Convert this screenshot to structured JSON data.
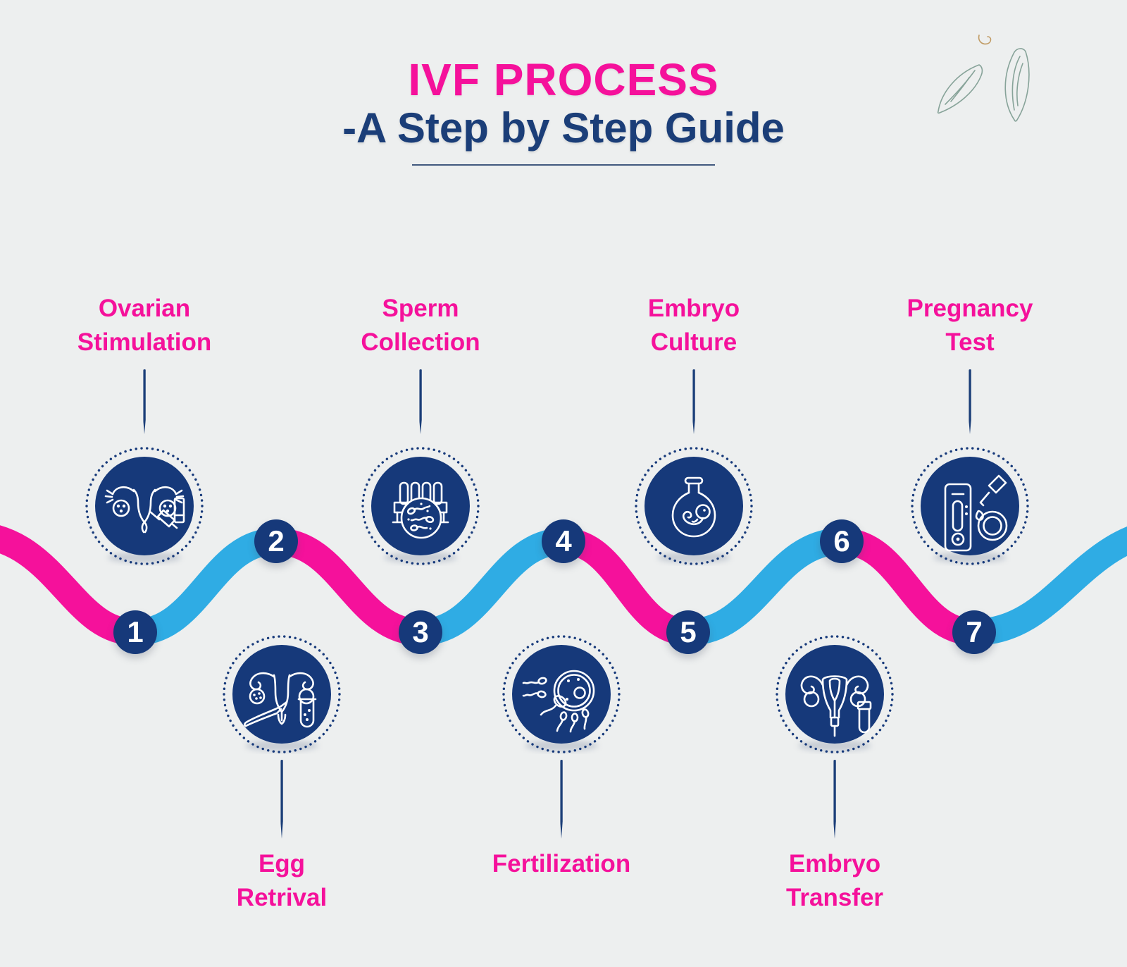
{
  "header": {
    "title": "IVF PROCESS",
    "subtitle": "-A Step by Step Guide"
  },
  "colors": {
    "pink": "#f5119b",
    "blue": "#2face4",
    "navy": "#16397a",
    "navy_text": "#1b3e78",
    "background": "#edefef",
    "leaf_stroke": "#87a399"
  },
  "decorations": {
    "leaves": "leaves-icon"
  },
  "steps": [
    {
      "num": "1",
      "label": "Ovarian\nStimulation",
      "icon": "ovarian-stimulation-icon",
      "row": "top"
    },
    {
      "num": "2",
      "label": "Egg\nRetrival",
      "icon": "egg-retrieval-icon",
      "row": "bottom"
    },
    {
      "num": "3",
      "label": "Sperm\nCollection",
      "icon": "sperm-collection-icon",
      "row": "top"
    },
    {
      "num": "4",
      "label": "Fertilization",
      "icon": "fertilization-icon",
      "row": "bottom"
    },
    {
      "num": "5",
      "label": "Embryo\nCulture",
      "icon": "embryo-culture-icon",
      "row": "top"
    },
    {
      "num": "6",
      "label": "Embryo\nTransfer",
      "icon": "embryo-transfer-icon",
      "row": "bottom"
    },
    {
      "num": "7",
      "label": "Pregnancy\nTest",
      "icon": "pregnancy-test-icon",
      "row": "top"
    }
  ]
}
